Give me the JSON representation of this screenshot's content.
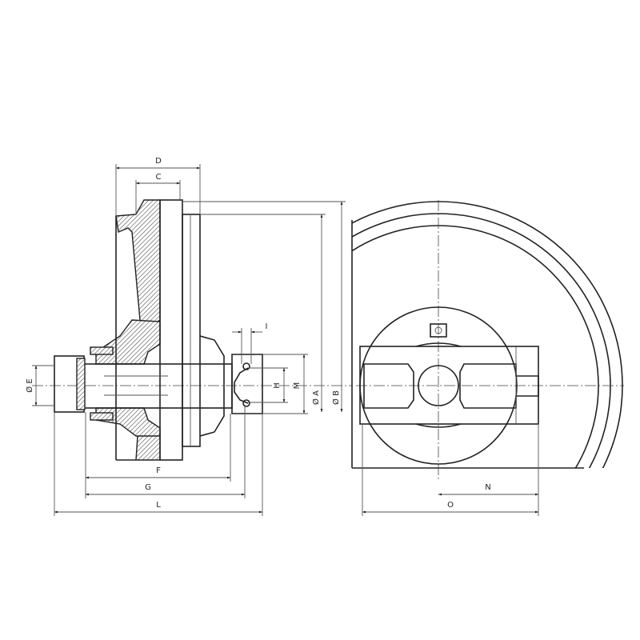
{
  "drawing": {
    "title": "Idler wheel dimension drawing",
    "dimensions": {
      "D": "D",
      "C": "C",
      "I": "I",
      "H": "H",
      "M": "M",
      "A": "Ø A",
      "B": "Ø B",
      "E": "Ø E",
      "F": "F",
      "G": "G",
      "L": "L",
      "N": "N",
      "O": "O"
    },
    "colors": {
      "line": "#222222",
      "background": "#ffffff"
    }
  }
}
